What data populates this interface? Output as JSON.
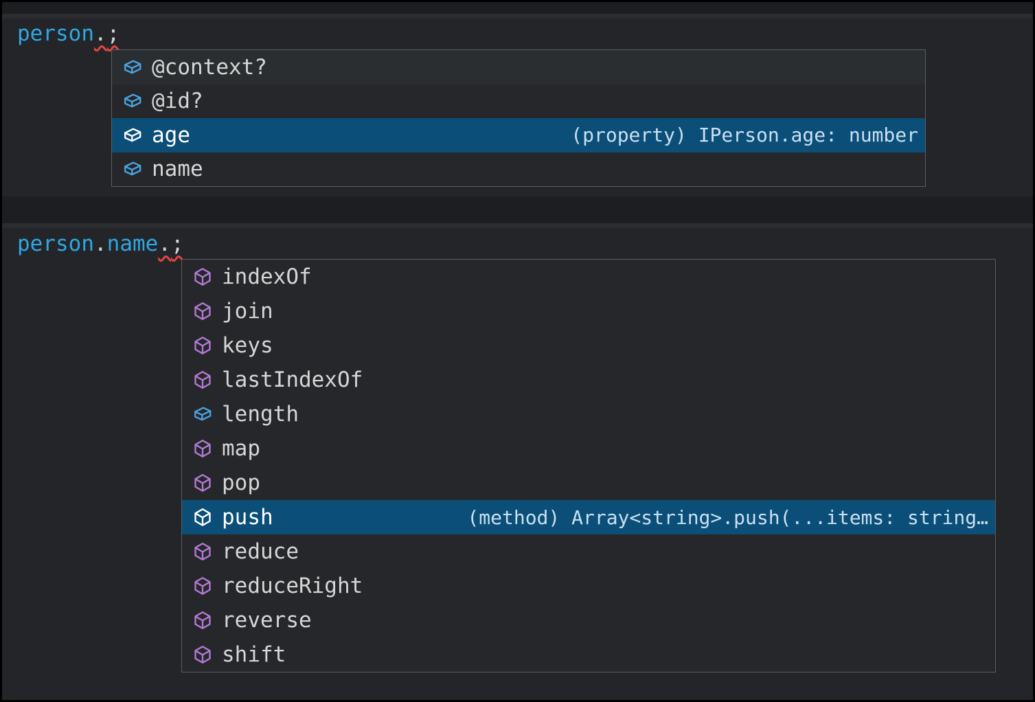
{
  "colors": {
    "selection_bg": "#0b4e78",
    "field_icon": "#4aa4e2",
    "method_icon": "#b47ad5",
    "code_identifier": "#2fa7e3",
    "error_squiggle": "#e8453f"
  },
  "snippet1": {
    "code": {
      "object": "person",
      "dot": ".",
      "semicolon": ";"
    },
    "suggestions": [
      {
        "label": "@context?",
        "kind": "field",
        "selected": false,
        "detail": ""
      },
      {
        "label": "@id?",
        "kind": "field",
        "selected": false,
        "detail": ""
      },
      {
        "label": "age",
        "kind": "field",
        "selected": true,
        "detail": "(property) IPerson.age: number"
      },
      {
        "label": "name",
        "kind": "field",
        "selected": false,
        "detail": ""
      }
    ]
  },
  "snippet2": {
    "code": {
      "object": "person",
      "dot1": ".",
      "property": "name",
      "dot2": ".",
      "semicolon": ";"
    },
    "suggestions": [
      {
        "label": "indexOf",
        "kind": "method",
        "selected": false,
        "detail": ""
      },
      {
        "label": "join",
        "kind": "method",
        "selected": false,
        "detail": ""
      },
      {
        "label": "keys",
        "kind": "method",
        "selected": false,
        "detail": ""
      },
      {
        "label": "lastIndexOf",
        "kind": "method",
        "selected": false,
        "detail": ""
      },
      {
        "label": "length",
        "kind": "field",
        "selected": false,
        "detail": ""
      },
      {
        "label": "map",
        "kind": "method",
        "selected": false,
        "detail": ""
      },
      {
        "label": "pop",
        "kind": "method",
        "selected": false,
        "detail": ""
      },
      {
        "label": "push",
        "kind": "method",
        "selected": true,
        "detail": "(method) Array<string>.push(...items: string…"
      },
      {
        "label": "reduce",
        "kind": "method",
        "selected": false,
        "detail": ""
      },
      {
        "label": "reduceRight",
        "kind": "method",
        "selected": false,
        "detail": ""
      },
      {
        "label": "reverse",
        "kind": "method",
        "selected": false,
        "detail": ""
      },
      {
        "label": "shift",
        "kind": "method",
        "selected": false,
        "detail": ""
      }
    ]
  }
}
